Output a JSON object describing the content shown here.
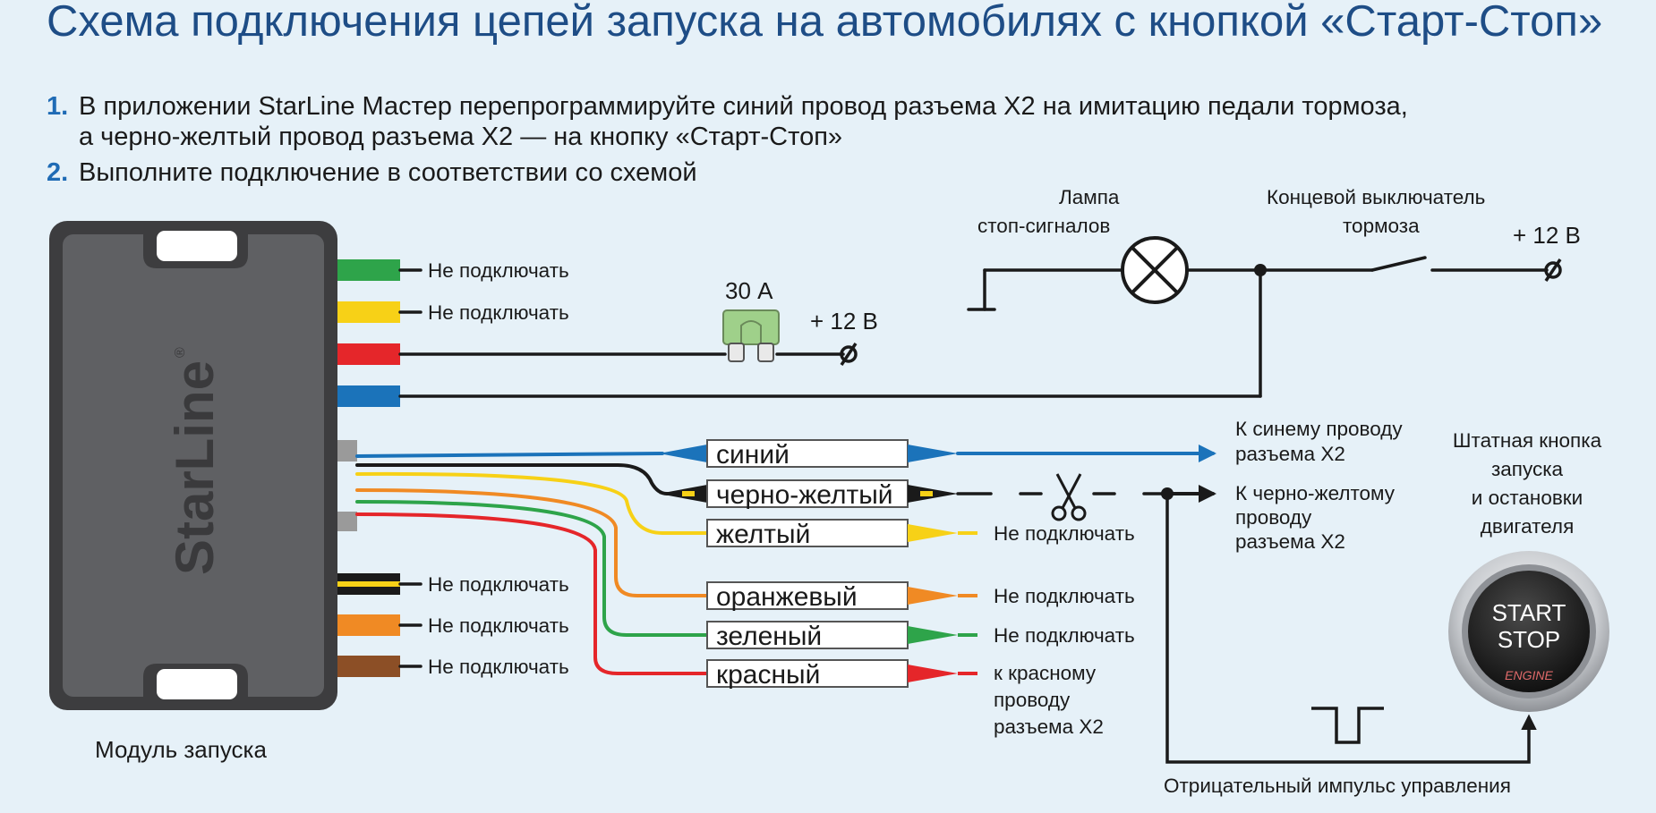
{
  "title": "Схема подключения цепей запуска на автомобилях с кнопкой «Старт-Стоп»",
  "steps": [
    {
      "num": "1.",
      "line1": "В приложении StarLine Мастер перепрограммируйте синий провод разъема X2 на имитацию педали тормоза,",
      "line2": "а черно-желтый провод разъема X2 — на кнопку «Старт-Стоп»"
    },
    {
      "num": "2.",
      "line1": "Выполните подключение в соответствии со схемой"
    }
  ],
  "module": {
    "brand": "StarLine",
    "reg_mark": "®",
    "caption": "Модуль запуска"
  },
  "left_wires": {
    "green": "Не подключать",
    "yellow": "Не подключать",
    "black_yellow": "Не подключать",
    "orange": "Не подключать",
    "brown": "Не подключать"
  },
  "fuse": {
    "rating": "30 А"
  },
  "power_label": "+ 12 В",
  "brake_lamp": {
    "line1": "Лампа",
    "line2": "стоп-сигналов"
  },
  "brake_switch": {
    "line1": "Концевой выключатель",
    "line2": "тормоза"
  },
  "tags": {
    "blue": "синий",
    "black_yellow": "черно-желтый",
    "yellow": "желтый",
    "orange": "оранжевый",
    "green": "зеленый",
    "red": "красный"
  },
  "right_labels": {
    "blue": {
      "line1": "К синему проводу",
      "line2": "разъема X2"
    },
    "black_yellow": {
      "line1": "К черно-желтому",
      "line2": "проводу",
      "line3": "разъема X2"
    },
    "yellow": "Не подключать",
    "orange": "Не подключать",
    "green": "Не подключать",
    "red": {
      "line1": "к красному",
      "line2": "проводу",
      "line3": "разъема X2"
    }
  },
  "start_button": {
    "caption_line1": "Штатная кнопка",
    "caption_line2": "запуска",
    "caption_line3": "и остановки",
    "caption_line4": "двигателя",
    "text_start": "START",
    "text_stop": "STOP",
    "text_engine": "ENGINE"
  },
  "pulse_label": "Отрицательный импульс управления",
  "colors": {
    "title": "#1e4d86",
    "background": "#e6f1f8",
    "green": "#2ea44a",
    "yellow": "#f7d117",
    "red": "#e5262a",
    "blue": "#1b73ba",
    "orange": "#f08a24",
    "brown": "#8c4f26"
  }
}
